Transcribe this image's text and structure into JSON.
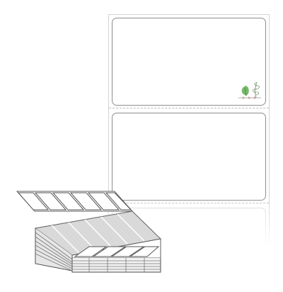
{
  "product": {
    "type": "fanfold label sheet",
    "labels_visible": 3,
    "label_corner_style": "rounded",
    "perforations": 2
  },
  "colors": {
    "label_border": "#8e8e8e",
    "sheet_border": "#d4d4d4",
    "perforation": "#bdbdbd",
    "leaf_green": "#76b86a",
    "leaf_stroke": "#6f8f61",
    "stack_fill": "#d9d9d9",
    "stack_stroke": "#5e5e5e"
  },
  "icons": {
    "decoration": "leaf-branch-icon",
    "stack": "fanfold-stack-icon"
  }
}
